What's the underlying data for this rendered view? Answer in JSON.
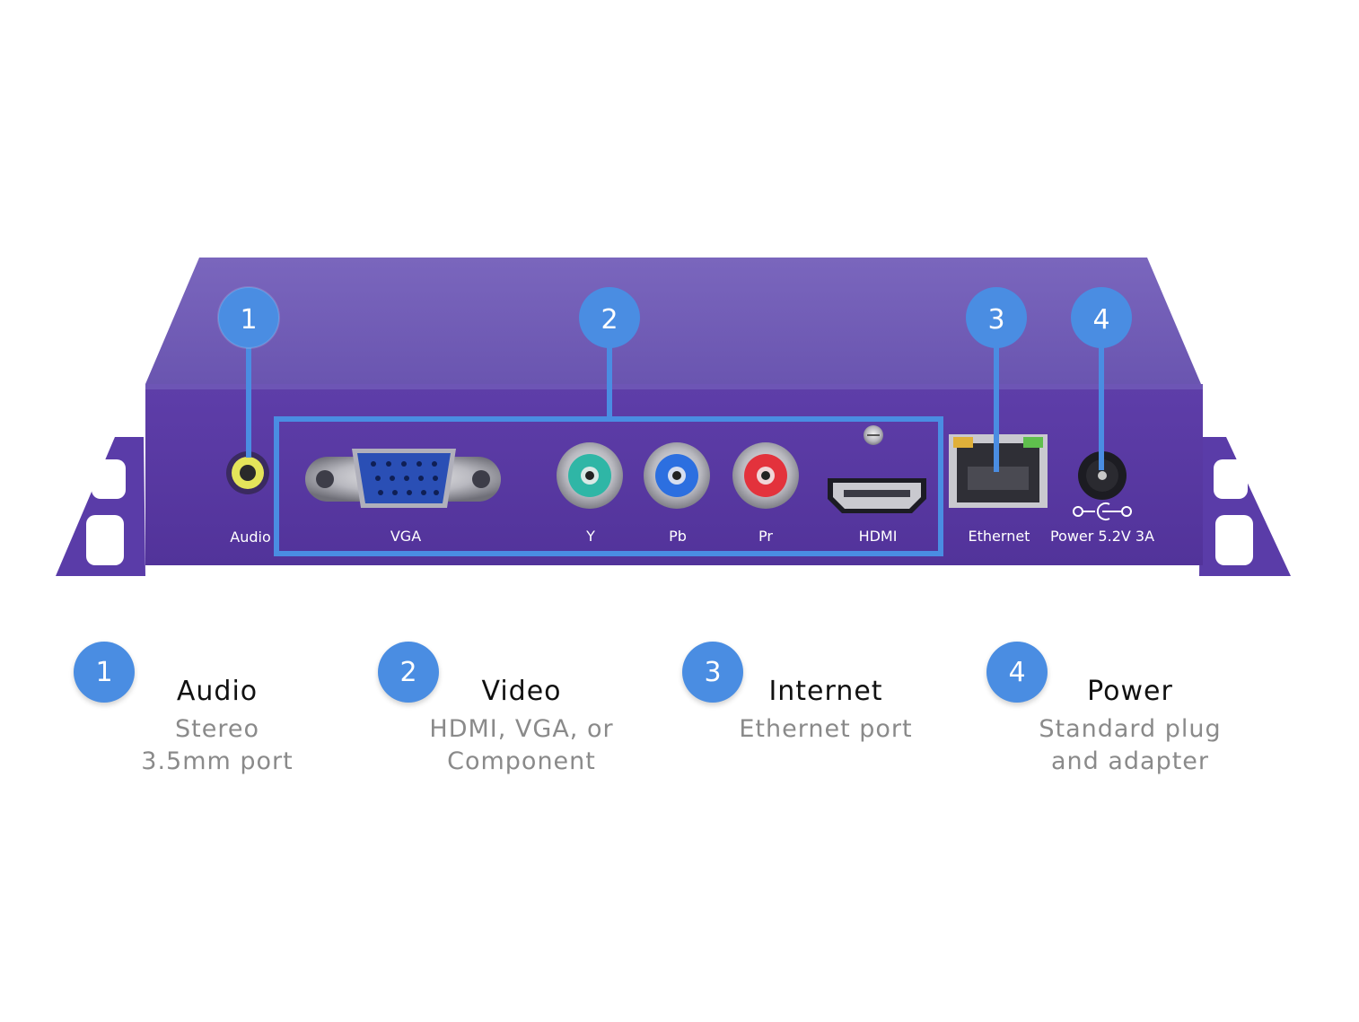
{
  "colors": {
    "device_body": "#5b3aa6",
    "device_top": "#7361b8",
    "callout": "#4a8de2",
    "title_text": "#111111",
    "desc_text": "#8a8a8a"
  },
  "device": {
    "port_labels": {
      "audio": "Audio",
      "vga": "VGA",
      "y": "Y",
      "pb": "Pb",
      "pr": "Pr",
      "hdmi": "HDMI",
      "ethernet": "Ethernet",
      "power": "Power 5.2V 3A"
    },
    "callouts": [
      "1",
      "2",
      "3",
      "4"
    ],
    "icons": [
      "audio-jack-icon",
      "vga-port-icon",
      "rca-jack-icon",
      "hdmi-port-icon",
      "ethernet-port-icon",
      "dc-power-jack-icon",
      "dc-polarity-icon"
    ]
  },
  "legend": [
    {
      "number": "1",
      "title": "Audio",
      "description": "Stereo\n3.5mm port"
    },
    {
      "number": "2",
      "title": "Video",
      "description": "HDMI, VGA, or\nComponent"
    },
    {
      "number": "3",
      "title": "Internet",
      "description": "Ethernet port"
    },
    {
      "number": "4",
      "title": "Power",
      "description": "Standard plug\nand adapter"
    }
  ]
}
